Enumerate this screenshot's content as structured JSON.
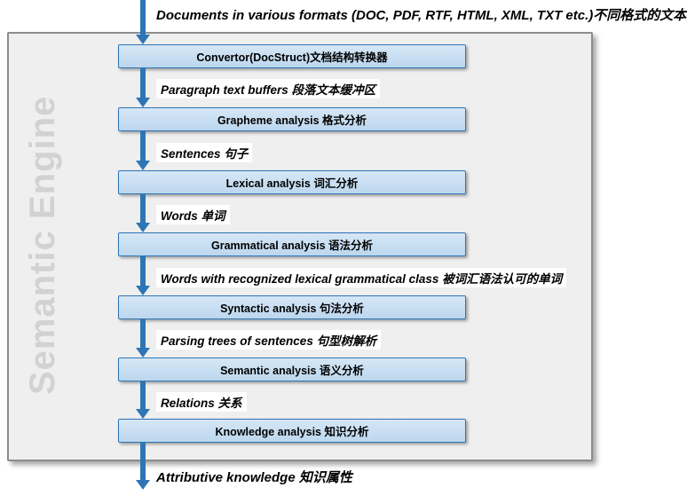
{
  "title": "Semantic Engine",
  "input_label": "Documents in various formats (DOC, PDF, RTF, HTML, XML, TXT etc.)不同格式的文本",
  "output_label": "Attributive knowledge 知识属性",
  "stages": [
    "Convertor(DocStruct)文档结构转换器",
    "Grapheme analysis 格式分析",
    "Lexical analysis 词汇分析",
    "Grammatical analysis 语法分析",
    "Syntactic analysis 句法分析",
    "Semantic analysis 语义分析",
    "Knowledge analysis 知识分析"
  ],
  "flow_labels": [
    "Paragraph  text buffers 段落文本缓冲区",
    "Sentences  句子",
    "Words  单词",
    "Words with recognized lexical grammatical class 被词汇语法认可的单词",
    "Parsing trees of sentences 句型树解析",
    "Relations  关系",
    "Attributive knowledge 知识属性"
  ],
  "colors": {
    "arrow_color": "#2e75b6",
    "box_fill": "#bdd7ee",
    "box_fill_top": "#d6e7f6",
    "box_border": "#2e75b6",
    "engine_fill": "#efefef",
    "engine_border": "#8c8c8c",
    "engine_title_color": "#d2d2d2",
    "label_text": "#000000"
  }
}
